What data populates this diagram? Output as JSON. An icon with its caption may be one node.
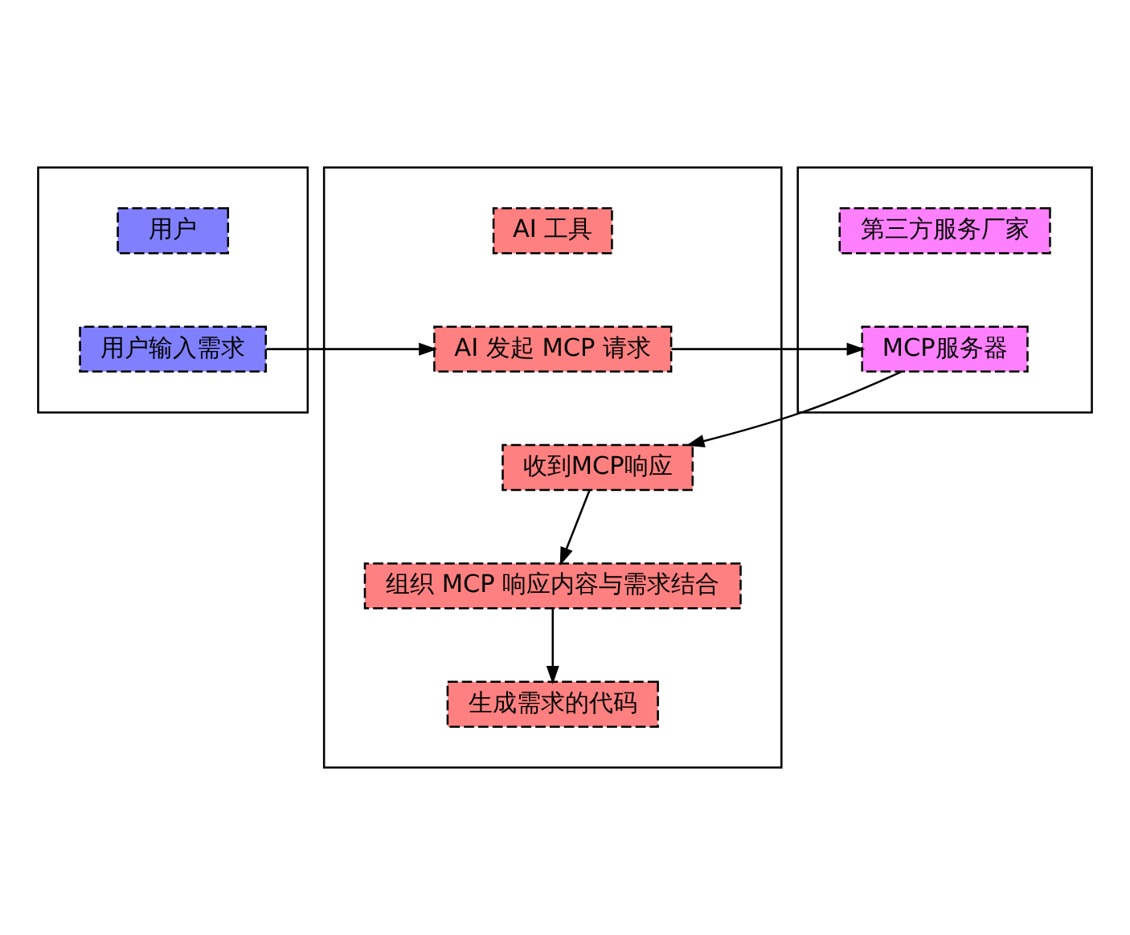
{
  "diagram": {
    "nodes": [
      {
        "text": [],
        "shape": "box"
      },
      {
        "text": [],
        "shape": "box"
      },
      {
        "text": [],
        "shape": "box"
      },
      {
        "text": [
          "用户"
        ],
        "in": 0
      },
      {
        "text": [
          "AI 工具"
        ],
        "in": 1
      },
      {
        "text": [
          "第三方服务厂家"
        ],
        "in": 2
      },
      {
        "text": [
          "用户输入需求"
        ],
        "in": 0
      },
      {
        "text": [
          "AI 发起 MCP 请求"
        ],
        "in": 1
      },
      {
        "text": [
          "MCP服务器"
        ],
        "in": 2
      },
      {
        "text": [
          "收到MCP响应"
        ],
        "in": 1
      },
      {
        "text": [
          "组织 MCP 响应内容与需求结合"
        ],
        "in": 1
      },
      {
        "text": [
          "生成需求的代码"
        ],
        "in": 1
      }
    ],
    "edges": [
      {
        "from": 6,
        "to": 7,
        "arrow": "to"
      },
      {
        "from": 7,
        "to": 8,
        "arrow": "to"
      },
      {
        "from": 8,
        "to": 9,
        "arrow": "to"
      },
      {
        "from": 9,
        "to": 10,
        "arrow": "to"
      },
      {
        "from": 10,
        "to": 11,
        "arrow": "to"
      }
    ]
  }
}
